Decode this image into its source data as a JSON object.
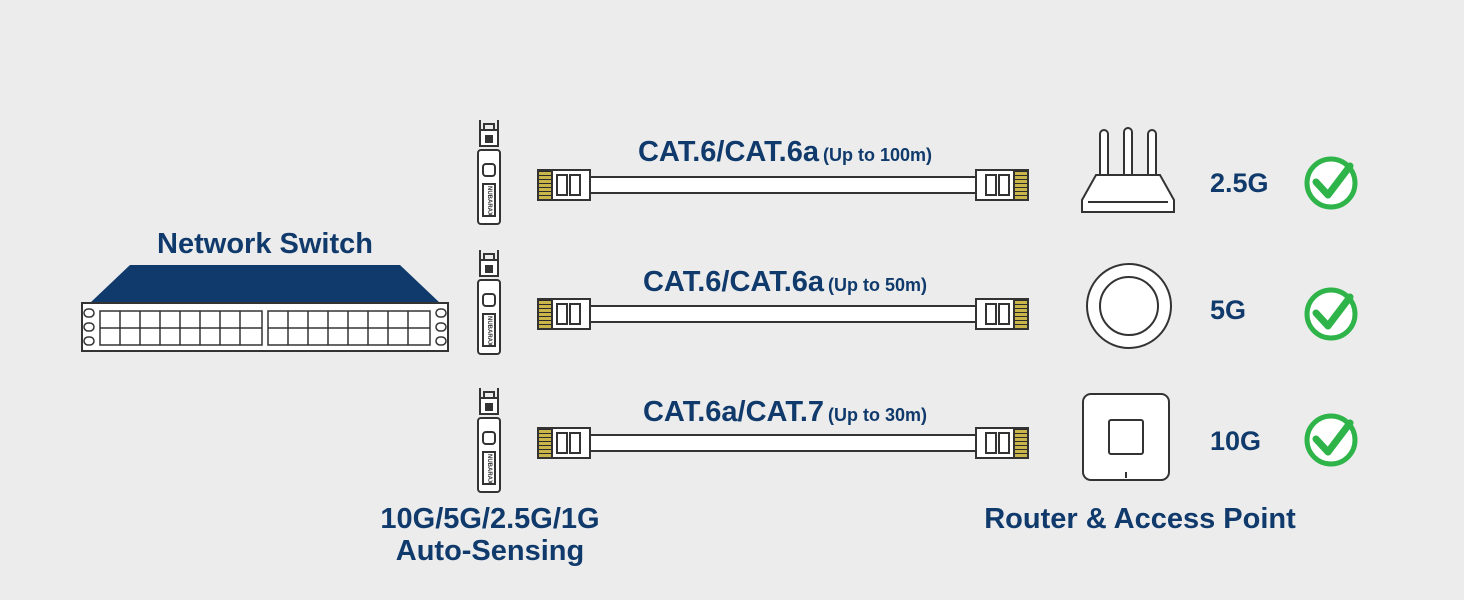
{
  "switch": {
    "title": "Network Switch"
  },
  "sfp": {
    "caption_line1": "10G/5G/2.5G/1G",
    "caption_line2": "Auto-Sensing",
    "module_text": "NUBARAX"
  },
  "devices": {
    "caption": "Router & Access Point"
  },
  "rows": [
    {
      "cable": "CAT.6/CAT.6a",
      "note": "(Up to 100m)",
      "speed": "2.5G",
      "device": "router-icon"
    },
    {
      "cable": "CAT.6/CAT.6a",
      "note": "(Up to 50m)",
      "speed": "5G",
      "device": "ceiling-access-point-icon"
    },
    {
      "cable": "CAT.6a/CAT.7",
      "note": "(Up to 30m)",
      "speed": "10G",
      "device": "wall-access-point-icon"
    }
  ],
  "colors": {
    "navy": "#0f3a6b",
    "check_green": "#2fb44a",
    "background": "#ececec",
    "connector_gold": "#c9b54a"
  }
}
